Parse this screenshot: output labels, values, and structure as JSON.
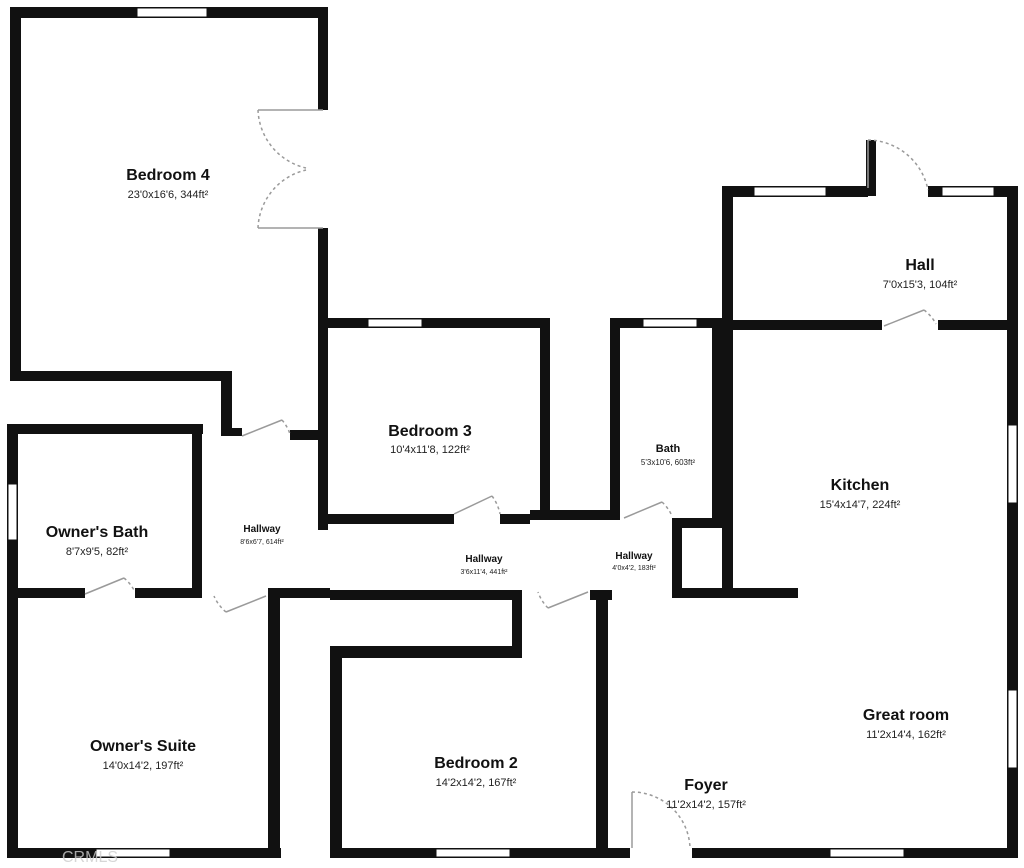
{
  "colors": {
    "wall": "#111111",
    "window": "#ffffff",
    "door_swing": "#9a9a9a",
    "background": "#ffffff",
    "text": "#111111"
  },
  "rooms": [
    {
      "key": "bedroom_4",
      "name": "Bedroom 4",
      "dims": "23'0x16'6, 344ft²"
    },
    {
      "key": "hall",
      "name": "Hall",
      "dims": "7'0x15'3, 104ft²"
    },
    {
      "key": "bedroom_3",
      "name": "Bedroom 3",
      "dims": "10'4x11'8, 122ft²"
    },
    {
      "key": "bath",
      "name": "Bath",
      "dims": "5'3x10'6, 603ft²"
    },
    {
      "key": "kitchen",
      "name": "Kitchen",
      "dims": "15'4x14'7, 224ft²"
    },
    {
      "key": "owners_bath",
      "name": "Owner's Bath",
      "dims": "8'7x9'5, 82ft²"
    },
    {
      "key": "hallway_1",
      "name": "Hallway",
      "dims": "8'6x6'7, 614ft²"
    },
    {
      "key": "hallway_2",
      "name": "Hallway",
      "dims": "3'6x11'4, 441ft²"
    },
    {
      "key": "hallway_3",
      "name": "Hallway",
      "dims": "4'0x4'2, 183ft²"
    },
    {
      "key": "great_room",
      "name": "Great room",
      "dims": "11'2x14'4, 162ft²"
    },
    {
      "key": "owners_suite",
      "name": "Owner's Suite",
      "dims": "14'0x14'2, 197ft²"
    },
    {
      "key": "bedroom_2",
      "name": "Bedroom 2",
      "dims": "14'2x14'2, 167ft²"
    },
    {
      "key": "foyer",
      "name": "Foyer",
      "dims": "11'2x14'2, 157ft²"
    }
  ],
  "watermark": "CRMLS"
}
